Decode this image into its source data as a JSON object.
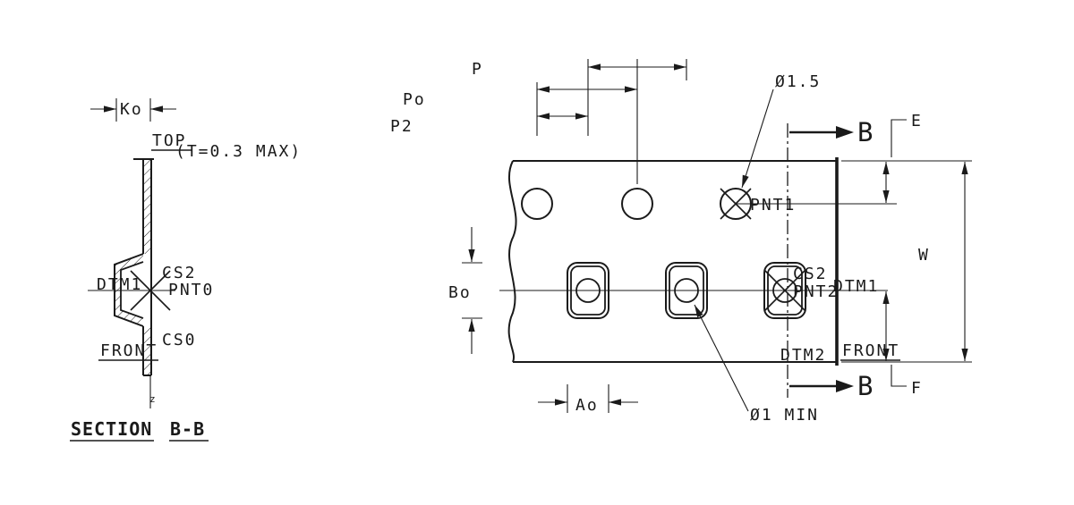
{
  "colors": {
    "ink": "#1a1a1a",
    "paper": "#ffffff"
  },
  "section_view": {
    "dim_ko": "Ko",
    "label_top": "TOP",
    "label_t_max": "(T=0.3 MAX)",
    "label_cs2": "CS2",
    "label_dtm1": "DTM1",
    "label_pnt0": "PNT0",
    "label_cs0": "CS0",
    "label_front": "FRONT",
    "label_z_axis": "z",
    "title_word": "SECTION",
    "title_ref": "B-B"
  },
  "plan_view": {
    "dim_p": "P",
    "dim_po": "Po",
    "dim_p2": "P2",
    "callout_sprocket_dia": "Ø1.5",
    "callout_pocket_dia": "Ø1 MIN",
    "dim_e": "E",
    "dim_w": "W",
    "dim_f": "F",
    "dim_bo": "Bo",
    "dim_ao": "Ao",
    "label_pnt1": "PNT1",
    "label_cs2": "CS2",
    "label_pnt2": "PNT2",
    "label_dtm1": "DTM1",
    "label_dtm2": "DTM2",
    "label_front": "FRONT",
    "section_arrow_label": "B"
  }
}
